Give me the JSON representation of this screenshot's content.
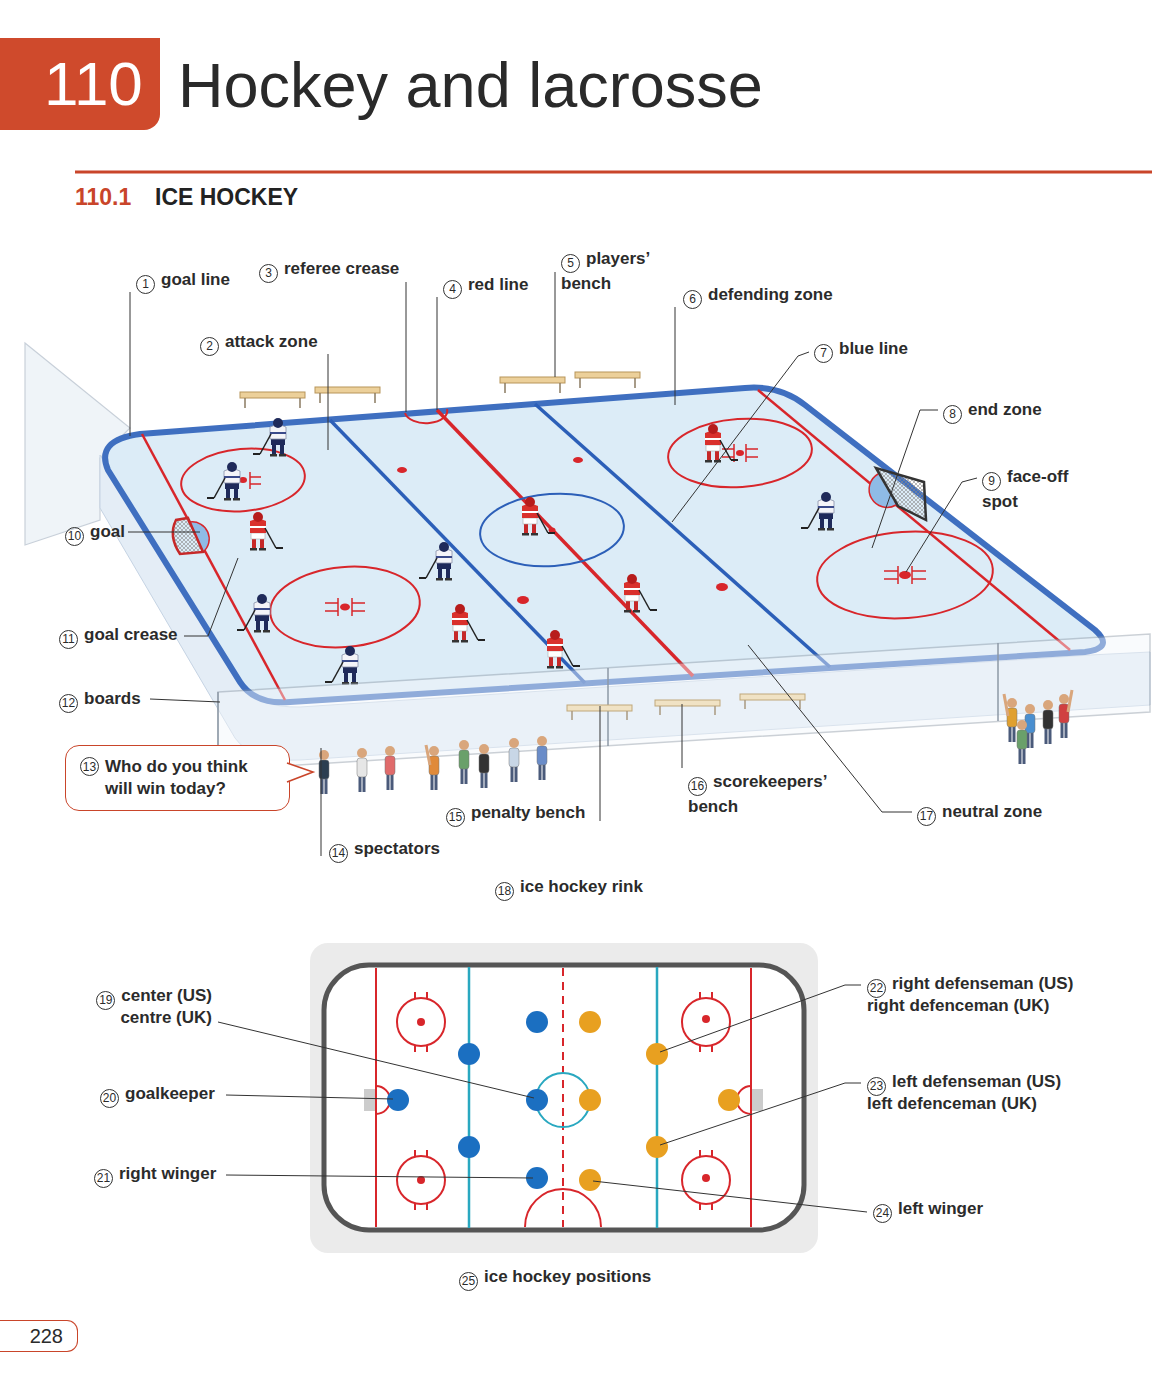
{
  "diagram": {
    "title": "Hockey and lacrosse",
    "nodes": [
      {
        "text": [
          "110"
        ]
      },
      {
        "text": [
          "13",
          "Who do you think will win today?"
        ]
      },
      {
        "text": [
          "228"
        ]
      }
    ],
    "labels": [
      "110.1",
      "ICE HOCKEY",
      "1",
      "goal line",
      "2",
      "attack zone",
      "3",
      "referee crease",
      "4",
      "red line",
      "5",
      "players’ bench",
      "6",
      "defending zone",
      "7",
      "blue line",
      "8",
      "end zone",
      "9",
      "face-off spot",
      "10",
      "goal",
      "11",
      "goal crease",
      "12",
      "boards",
      "14",
      "spectators",
      "15",
      "penalty bench",
      "16",
      "scorekeepers’ bench",
      "17",
      "neutral zone",
      "18",
      "ice hockey rink",
      "19",
      "center (US)",
      "centre (UK)",
      "20",
      "goalkeeper",
      "21",
      "right winger",
      "22",
      "right defenseman (US)",
      "right defenceman (UK)",
      "23",
      "left defenseman (US)",
      "left defenceman (UK)",
      "24",
      "left winger",
      "25",
      "ice hockey positions"
    ]
  }
}
